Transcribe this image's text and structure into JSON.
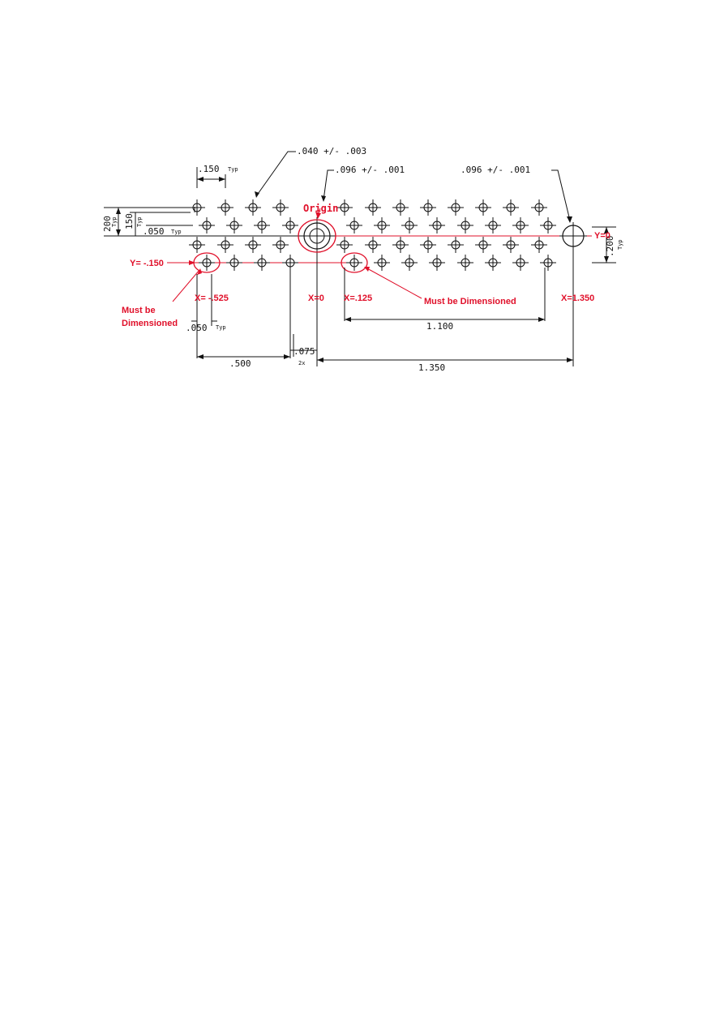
{
  "colors": {
    "ink": "#111111",
    "accent": "#e0102a"
  },
  "callouts": {
    "small_hole_dia": ".040 +/- .003",
    "origin_hole_dia": ".096 +/- .001",
    "right_hole_dia": ".096 +/- .001",
    "pitch_x": ".150",
    "pitch_x_typ": "Typ",
    "height_200": "200",
    "height_200_typ": "Typ",
    "height_150": "150",
    "height_150_typ": "Typ",
    "stagger_050": ".050",
    "stagger_050_typ": "Typ",
    "right_200": ".200",
    "right_200_typ": "Typ",
    "bottom_050": ".050",
    "bottom_050_typ": "Typ",
    "dim_075": ".075",
    "dim_2x": "2x",
    "dim_500": ".500",
    "dim_1100": "1.100",
    "dim_1350": "1.350"
  },
  "annotations": {
    "origin": "Origin",
    "y_zero": "Y=0",
    "y_neg150": "Y= -.150",
    "x_neg525": "X= -.525",
    "x_zero": "X=0",
    "x_125": "X=.125",
    "x_1350": "X=1.350",
    "must_dim_left_1": "Must be",
    "must_dim_left_2": "Dimensioned",
    "must_dim_right": "Must be Dimensioned"
  }
}
